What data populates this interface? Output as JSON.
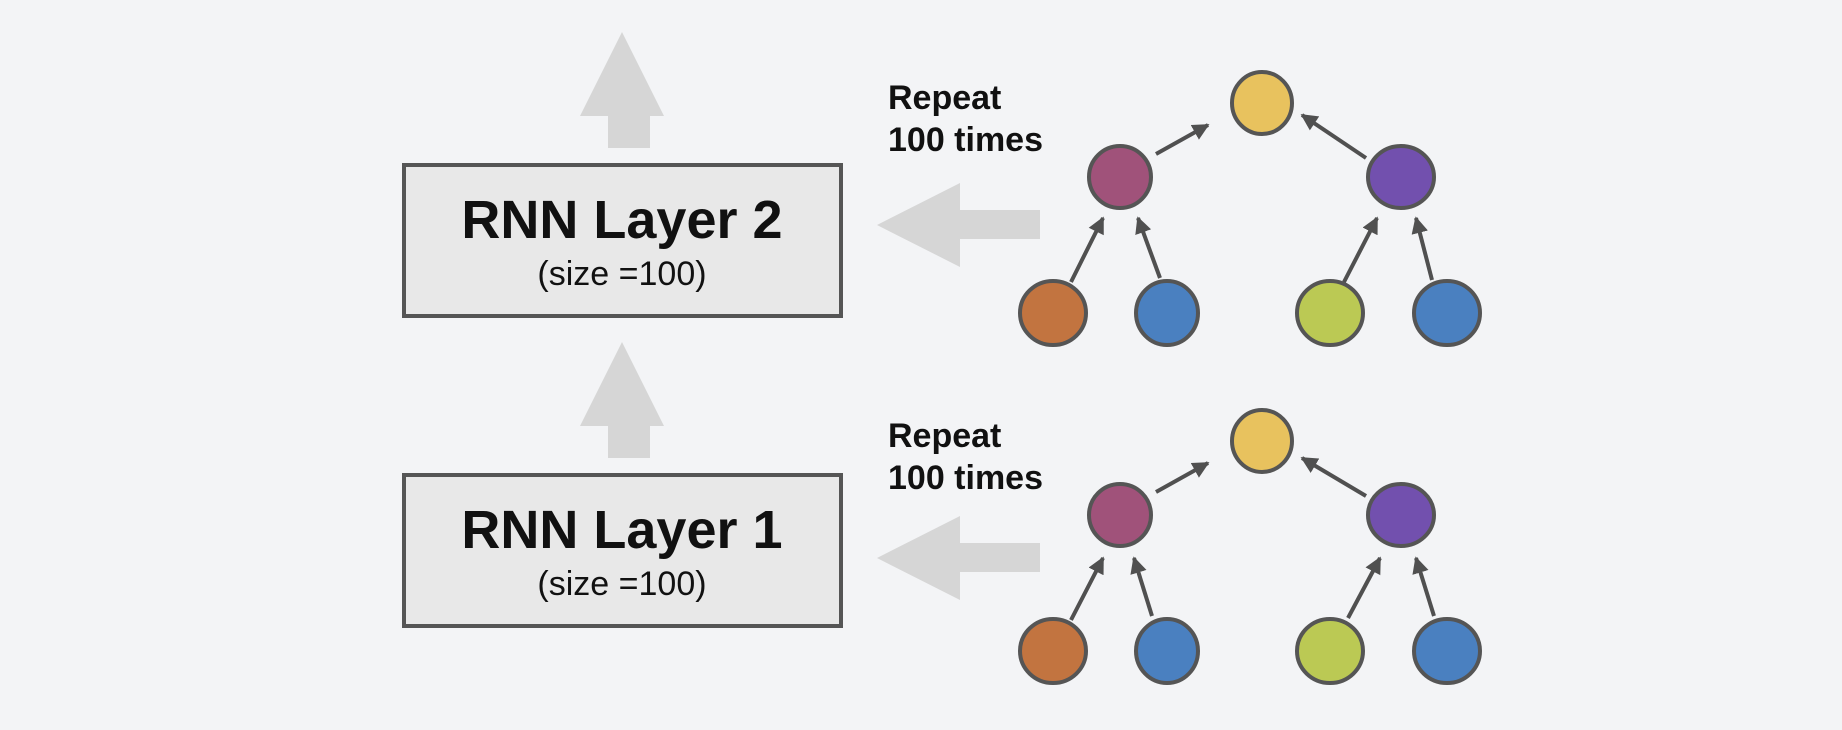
{
  "layers": [
    {
      "title": "RNN Layer 2",
      "subtitle": "(size =100)",
      "repeat_line1": "Repeat",
      "repeat_line2": "100 times"
    },
    {
      "title": "RNN Layer 1",
      "subtitle": "(size =100)",
      "repeat_line1": "Repeat",
      "repeat_line2": "100 times"
    }
  ],
  "colors": {
    "background": "#f3f4f6",
    "box_fill": "#e8e8e8",
    "box_stroke": "#555555",
    "big_arrow": "#d6d6d6",
    "edge": "#505050",
    "node_root": "#e8c25e",
    "node_left_parent": "#a0527a",
    "node_right_parent": "#7250ae",
    "node_leaf_orange": "#c27440",
    "node_leaf_blue": "#4a80c0",
    "node_leaf_green": "#bbc954"
  }
}
